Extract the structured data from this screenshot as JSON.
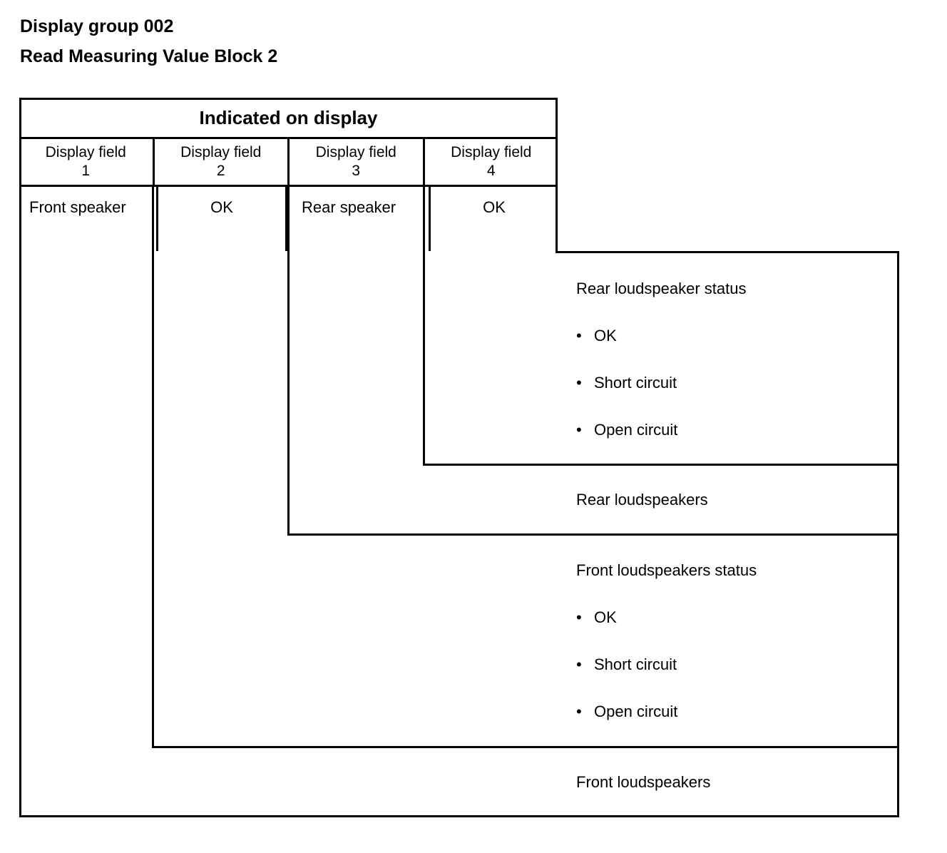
{
  "title": {
    "line1": "Display group 002",
    "line2": "Read Measuring Value Block 2"
  },
  "table": {
    "banner": "Indicated on display",
    "columns": [
      {
        "header": "Display field",
        "number": "1",
        "value": "Front speaker"
      },
      {
        "header": "Display field",
        "number": "2",
        "value": "OK"
      },
      {
        "header": "Display field",
        "number": "3",
        "value": "Rear speaker"
      },
      {
        "header": "Display field",
        "number": "4",
        "value": "OK"
      }
    ]
  },
  "callouts": [
    {
      "id": "rear-loudspeaker-status",
      "heading": "Rear loudspeaker status",
      "bullet_char": "•",
      "items": [
        "OK",
        "Short circuit",
        "Open circuit"
      ]
    },
    {
      "id": "rear-loudspeakers",
      "heading": "Rear loudspeakers",
      "items": []
    },
    {
      "id": "front-loudspeakers-status",
      "heading": "Front loudspeakers status",
      "bullet_char": "•",
      "items": [
        "OK",
        "Short circuit",
        "Open circuit"
      ]
    },
    {
      "id": "front-loudspeakers",
      "heading": "Front loudspeakers",
      "items": []
    }
  ],
  "colors": {
    "stroke": "#000000",
    "background": "#ffffff"
  }
}
